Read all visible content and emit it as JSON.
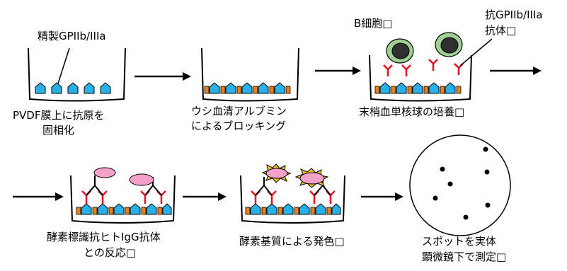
{
  "labels": {
    "gp_label": "精製GPIIb/IIIa",
    "step1_line1": "PVDF膜上に抗原を",
    "step1_line2": "固相化",
    "step2_line1": "ウシ血清アルブミン",
    "step2_line2": "によるブロッキング",
    "bcell_label": "B細胞□",
    "antibody_line1": "抗GPIIb/IIIa",
    "antibody_line2": "抗体□",
    "step3_label": "末梢血単核球の培養□",
    "step4_line1": "酵素標識抗ヒトIgG抗体",
    "step4_line2": "との反応□",
    "step5_label": "酵素基質による発色□",
    "step6_line1": "スポットを実体",
    "step6_line2": "顕微鏡下で測定□"
  },
  "colors": {
    "antigen": "#2ab0e8",
    "bsa": "#e8801a",
    "antibody": "#e8101a",
    "enzyme": "#f4a0c8",
    "substrate": "#f0c020",
    "cell_outer": "#a0d090",
    "cell_inner": "#303030"
  }
}
